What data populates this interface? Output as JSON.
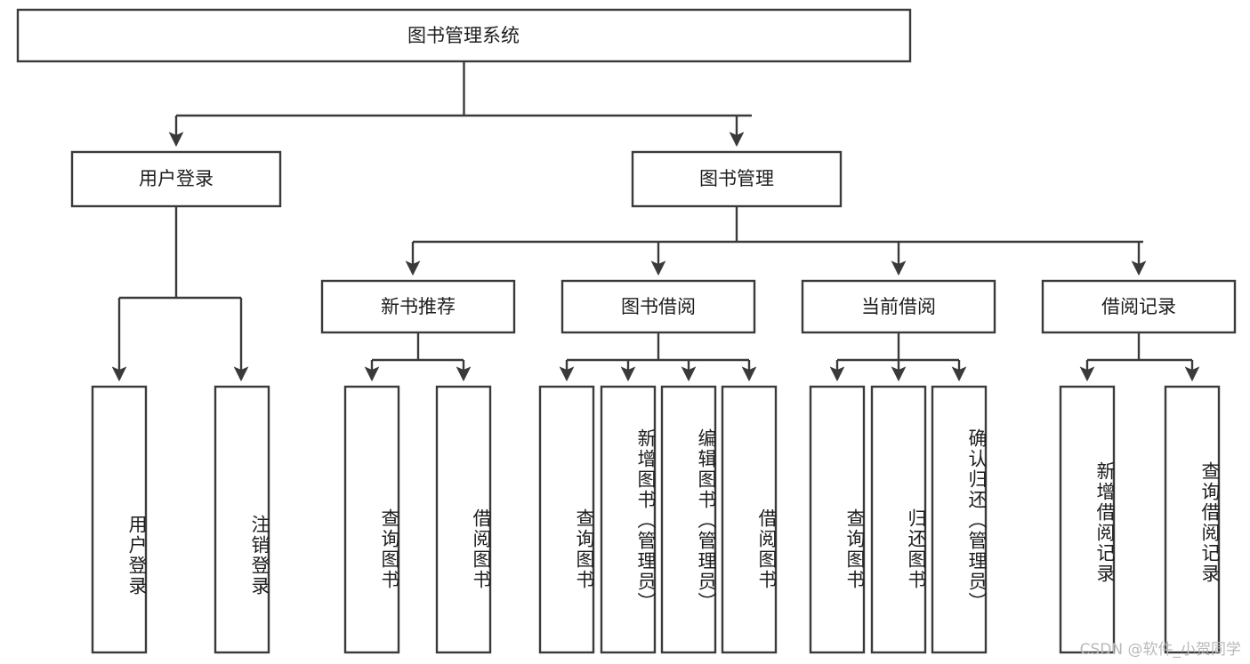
{
  "diagram": {
    "title_node": {
      "id": "root",
      "label": "图书管理系统"
    },
    "level2": [
      {
        "id": "user-login",
        "label": "用户登录"
      },
      {
        "id": "book-manage",
        "label": "图书管理"
      }
    ],
    "level3": [
      {
        "id": "new-book-rec",
        "label": "新书推荐"
      },
      {
        "id": "book-borrow",
        "label": "图书借阅"
      },
      {
        "id": "current-borrow",
        "label": "当前借阅"
      },
      {
        "id": "borrow-record",
        "label": "借阅记录"
      }
    ],
    "leaves": [
      {
        "id": "leaf-user-login",
        "label": "用户登录",
        "parent": "user-login"
      },
      {
        "id": "leaf-logout-login",
        "label": "注销登录",
        "parent": "user-login"
      },
      {
        "id": "leaf-query-book-1",
        "label": "查询图书",
        "parent": "new-book-rec"
      },
      {
        "id": "leaf-borrow-book-1",
        "label": "借阅图书",
        "parent": "new-book-rec"
      },
      {
        "id": "leaf-query-book-2",
        "label": "查询图书",
        "parent": "book-borrow"
      },
      {
        "id": "leaf-add-book",
        "label": "新增图书（管理员）",
        "parent": "book-borrow"
      },
      {
        "id": "leaf-edit-book",
        "label": "编辑图书（管理员）",
        "parent": "book-borrow"
      },
      {
        "id": "leaf-borrow-book-2",
        "label": "借阅图书",
        "parent": "book-borrow"
      },
      {
        "id": "leaf-query-book-3",
        "label": "查询图书",
        "parent": "current-borrow"
      },
      {
        "id": "leaf-return-book",
        "label": "归还图书",
        "parent": "current-borrow"
      },
      {
        "id": "leaf-confirm-return",
        "label": "确认归还（管理员）",
        "parent": "current-borrow"
      },
      {
        "id": "leaf-add-record",
        "label": "新增借阅记录",
        "parent": "borrow-record"
      },
      {
        "id": "leaf-query-record",
        "label": "查询借阅记录",
        "parent": "borrow-record"
      }
    ],
    "watermark": "CSDN @软件_小贺同学",
    "colors": {
      "stroke": "#3a3a3a",
      "fill": "#ffffff",
      "text": "#1d1d1d",
      "watermark": "#b9b9b9",
      "background": "#ffffff"
    }
  }
}
